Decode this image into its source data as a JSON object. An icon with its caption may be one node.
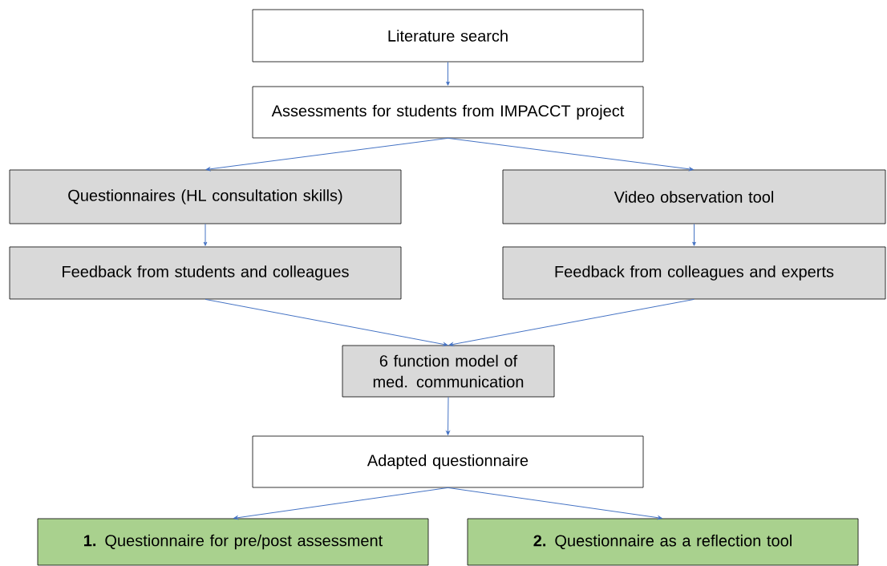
{
  "diagram": {
    "nodes": [
      {
        "text": [
          "Literature search"
        ]
      },
      {
        "text": [
          "Assessments for students from IMPACCT project"
        ]
      },
      {
        "text": [
          "Questionnaires (HL consultation skills)"
        ]
      },
      {
        "text": [
          "Video observation tool"
        ]
      },
      {
        "text": [
          "Feedback from students and colleagues"
        ]
      },
      {
        "text": [
          "Feedback from colleagues and experts"
        ]
      },
      {
        "text": [
          "6 function model of med. communication"
        ]
      },
      {
        "text": [
          "Adapted questionnaire"
        ]
      },
      {
        "text": [
          "**1.** Questionnaire for pre/post assessment"
        ]
      },
      {
        "text": [
          "**2.** Questionnaire as a reflection tool"
        ]
      }
    ],
    "edges": [
      {
        "from": 0,
        "to": 1,
        "arrow": "to"
      },
      {
        "from": 1,
        "to": 2,
        "arrow": "to"
      },
      {
        "from": 1,
        "to": 3,
        "arrow": "to"
      },
      {
        "from": 2,
        "to": 4,
        "arrow": "to"
      },
      {
        "from": 3,
        "to": 5,
        "arrow": "to"
      },
      {
        "from": 4,
        "to": 6,
        "arrow": "to"
      },
      {
        "from": 5,
        "to": 6,
        "arrow": "to"
      },
      {
        "from": 6,
        "to": 7,
        "arrow": "to"
      },
      {
        "from": 7,
        "to": 8,
        "arrow": "to"
      },
      {
        "from": 7,
        "to": 9,
        "arrow": "to"
      }
    ]
  }
}
